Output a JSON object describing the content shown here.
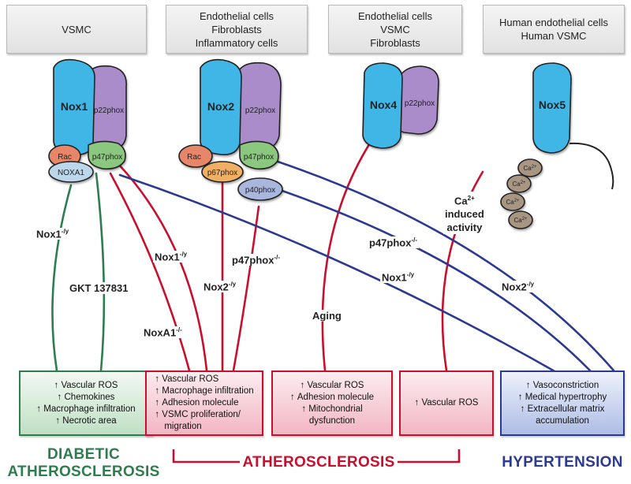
{
  "cell_types": {
    "c1": [
      "VSMC"
    ],
    "c2": [
      "Endothelial cells",
      "Fibroblasts",
      "Inflammatory cells"
    ],
    "c3": [
      "Endothelial cells",
      "VSMC",
      "Fibroblasts"
    ],
    "c4": [
      "Human endothelial cells",
      "Human VSMC"
    ]
  },
  "complexes": {
    "nox1": {
      "nox": "Nox1",
      "p22": "p22phox",
      "rac": "Rac",
      "noxa1": "NOXA1",
      "p47": "p47phox"
    },
    "nox2": {
      "nox": "Nox2",
      "p22": "p22phox",
      "rac": "Rac",
      "p67": "p67phox",
      "p47": "p47phox",
      "p40": "p40phox"
    },
    "nox4": {
      "nox": "Nox4",
      "p22": "p22phox"
    },
    "nox5": {
      "nox": "Nox5",
      "ca_symbol": "Ca",
      "ca_charge": "2+"
    }
  },
  "labels": {
    "nox1_y_a": {
      "base": "Nox1",
      "sup": "-/y"
    },
    "gkt": {
      "base": "GKT 137831",
      "sup": ""
    },
    "nox1_y_b": {
      "base": "Nox1",
      "sup": "-/y"
    },
    "noxa1_ko": {
      "base": "NoxA1",
      "sup": "-/-"
    },
    "nox2_y_a": {
      "base": "Nox2",
      "sup": "-/y"
    },
    "p47_ko_a": {
      "base": "p47phox",
      "sup": "-/-"
    },
    "aging": {
      "base": "Aging",
      "sup": ""
    },
    "p47_ko_b": {
      "base": "p47phox",
      "sup": "-/-"
    },
    "nox1_y_c": {
      "base": "Nox1",
      "sup": "-/y"
    },
    "nox2_y_b": {
      "base": "Nox2",
      "sup": "-/y"
    },
    "ca_activity": {
      "pre": "Ca",
      "sup": "2+",
      "line2": "induced",
      "line3": "activity"
    }
  },
  "outcomes": {
    "b1": [
      "Vascular ROS",
      "Chemokines",
      "Macrophage infiltration",
      "Necrotic area"
    ],
    "b2": [
      "Vascular ROS",
      "Macrophage infiltration",
      "Adhesion molecule",
      "VSMC proliferation/",
      "migration"
    ],
    "b3": [
      "Vascular ROS",
      "Adhesion molecule",
      "Mitochondrial",
      "dysfunction"
    ],
    "b4": [
      "Vascular ROS"
    ],
    "b5": [
      "Vasoconstriction",
      "Medical hypertrophy",
      "Extracellular matrix",
      "accumulation"
    ]
  },
  "diseases": {
    "diabetic": [
      "DIABETIC",
      "ATHEROSCLEROSIS"
    ],
    "athero": "ATHEROSCLEROSIS",
    "hyper": "HYPERTENSION"
  },
  "colors": {
    "green": "#2e7d4f",
    "red": "#c8102e",
    "blue": "#2b3990",
    "nox": "#3fb6e6",
    "p22": "#a98cc9",
    "rac": "#e8866a",
    "p47": "#8cc77f",
    "noxa1": "#bcd7ec",
    "p67": "#f0b064",
    "p40": "#a9b6dd",
    "ca": "#a89683"
  }
}
